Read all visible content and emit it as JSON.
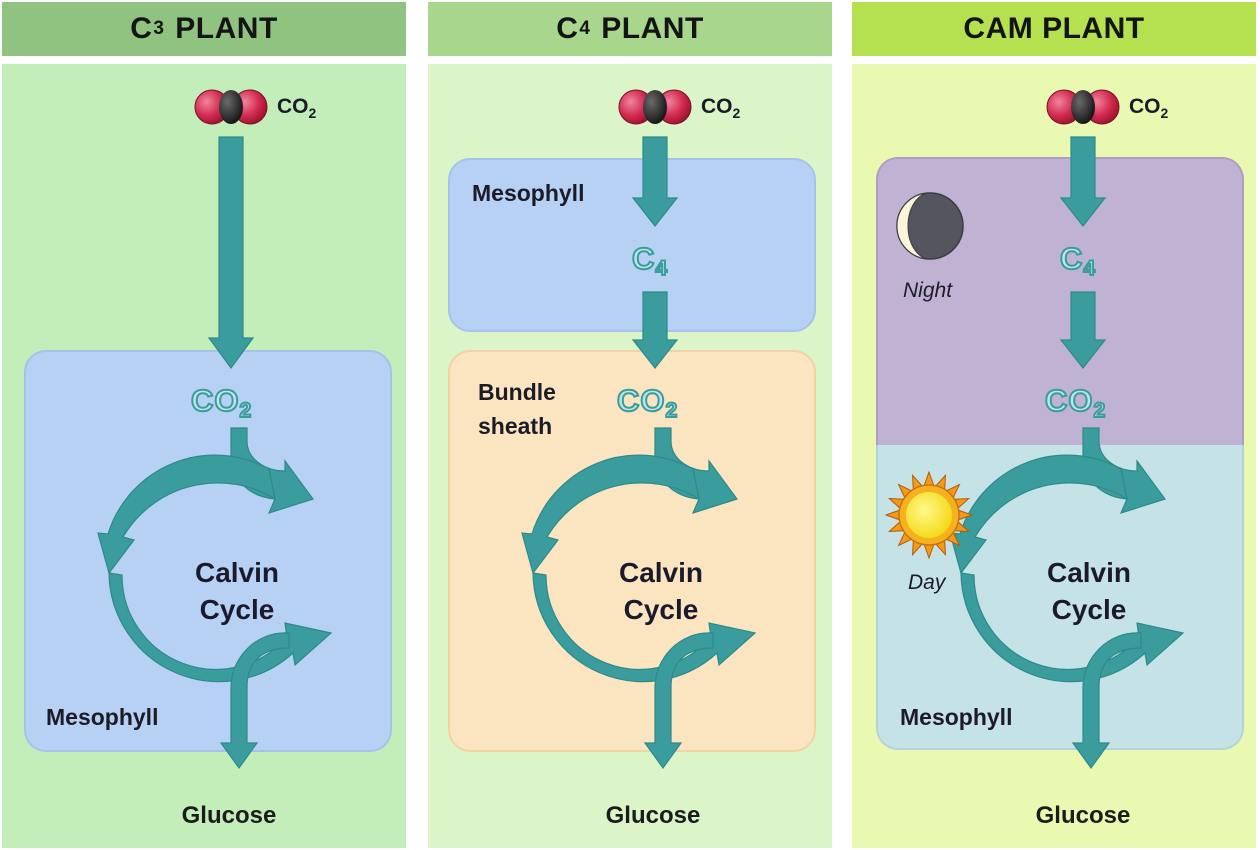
{
  "panels": [
    {
      "header_main": "C",
      "header_sub": "3",
      "header_rest": " PLANT",
      "co2_main": "CO",
      "co2_sub": "2",
      "region_label": "Mesophyll",
      "center_main": "CO",
      "center_sub": "2",
      "cycle_line1": "Calvin",
      "cycle_line2": "Cycle",
      "output": "Glucose"
    },
    {
      "header_main": "C",
      "header_sub": "4",
      "header_rest": " PLANT",
      "co2_main": "CO",
      "co2_sub": "2",
      "upper_label": "Mesophyll",
      "c4_main": "C",
      "c4_sub": "4",
      "lower_label_1": "Bundle",
      "lower_label_2": "sheath",
      "center_main": "CO",
      "center_sub": "2",
      "cycle_line1": "Calvin",
      "cycle_line2": "Cycle",
      "output": "Glucose"
    },
    {
      "header_text": "CAM PLANT",
      "co2_main": "CO",
      "co2_sub": "2",
      "c4_main": "C",
      "c4_sub": "4",
      "night_label": "Night",
      "center_main": "CO",
      "center_sub": "2",
      "day_label": "Day",
      "cycle_line1": "Calvin",
      "cycle_line2": "Cycle",
      "region_label": "Mesophyll",
      "output": "Glucose"
    }
  ],
  "colors": {
    "c3_header": "#8fc37f",
    "c3_bg": "#c4eeb9",
    "c4_header": "#a9d68d",
    "c4_bg": "#dcf5c8",
    "cam_header": "#b5e04f",
    "cam_bg": "#eaf9b1",
    "mesophyll_box": "#b7d1f4",
    "bundle_sheath_box": "#fbe5c0",
    "night_region": "#c0b2d2",
    "day_region": "#c5e2e6",
    "arrow": "#3a9c9c"
  }
}
